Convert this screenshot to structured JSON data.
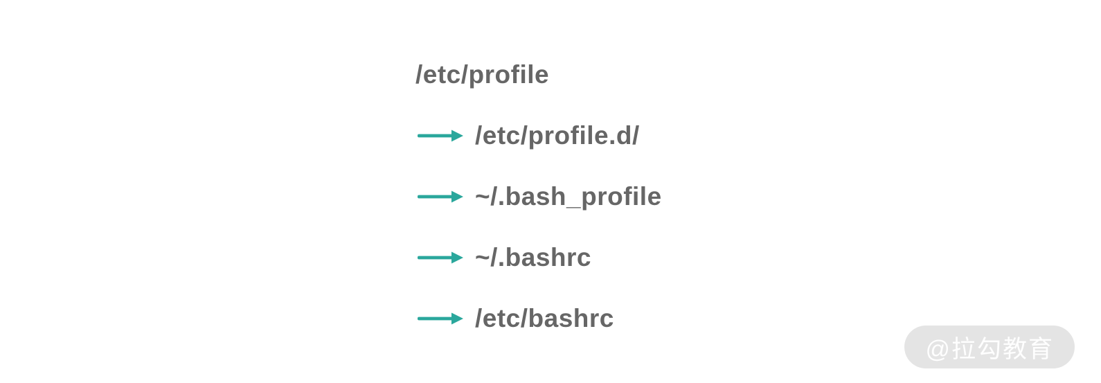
{
  "diagram": {
    "root_label": "/etc/profile",
    "items": [
      {
        "label": "/etc/profile.d/"
      },
      {
        "label": "~/.bash_profile"
      },
      {
        "label": "~/.bashrc"
      },
      {
        "label": "/etc/bashrc"
      }
    ],
    "colors": {
      "arrow_teal": "#2aa79c",
      "text_gray": "#666666",
      "background": "#ffffff",
      "watermark_bg": "#e4e4e4",
      "watermark_text": "#fbfbfb"
    }
  },
  "watermark": {
    "text": "@拉勾教育"
  }
}
